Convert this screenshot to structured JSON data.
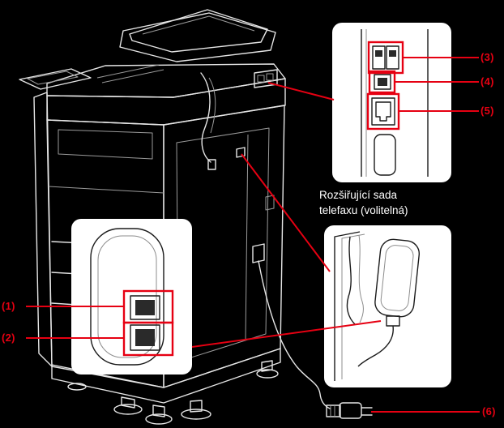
{
  "caption": {
    "line1": "Rozšiřující sada",
    "line2": "telefaxu (volitelná)"
  },
  "callouts": {
    "c1": "(1)",
    "c2": "(2)",
    "c3": "(3)",
    "c4": "(4)",
    "c5": "(5)",
    "c6": "(6)"
  },
  "icons": {
    "c1": "telephone-jack-upper",
    "c2": "telephone-jack-lower",
    "c3": "usb-a-ports",
    "c4": "usb-b-port",
    "c5": "lan-port",
    "c6": "power-plug"
  },
  "colors": {
    "background": "#000000",
    "accent": "#e60012",
    "inset_background": "#ffffff",
    "inset_line": "#1a1a1a",
    "caption_text": "#ffffff"
  }
}
